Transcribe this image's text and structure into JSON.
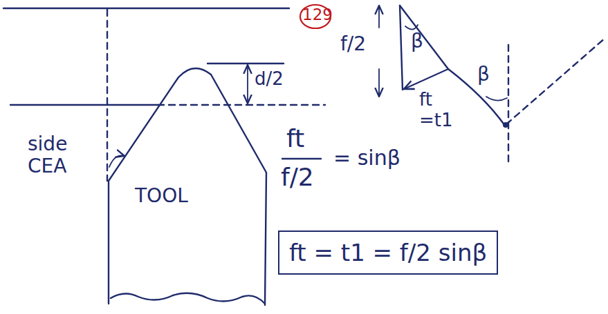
{
  "diagram": {
    "nodes": [
      {
        "text": [
          "ft = t1 = f/2 sinβ"
        ]
      }
    ],
    "labels": [
      "129",
      "d/2",
      "side CEA",
      "TOOL",
      "f/2",
      "β",
      "ft =t1",
      "β",
      "ft",
      "f/2",
      "= sinβ"
    ]
  }
}
